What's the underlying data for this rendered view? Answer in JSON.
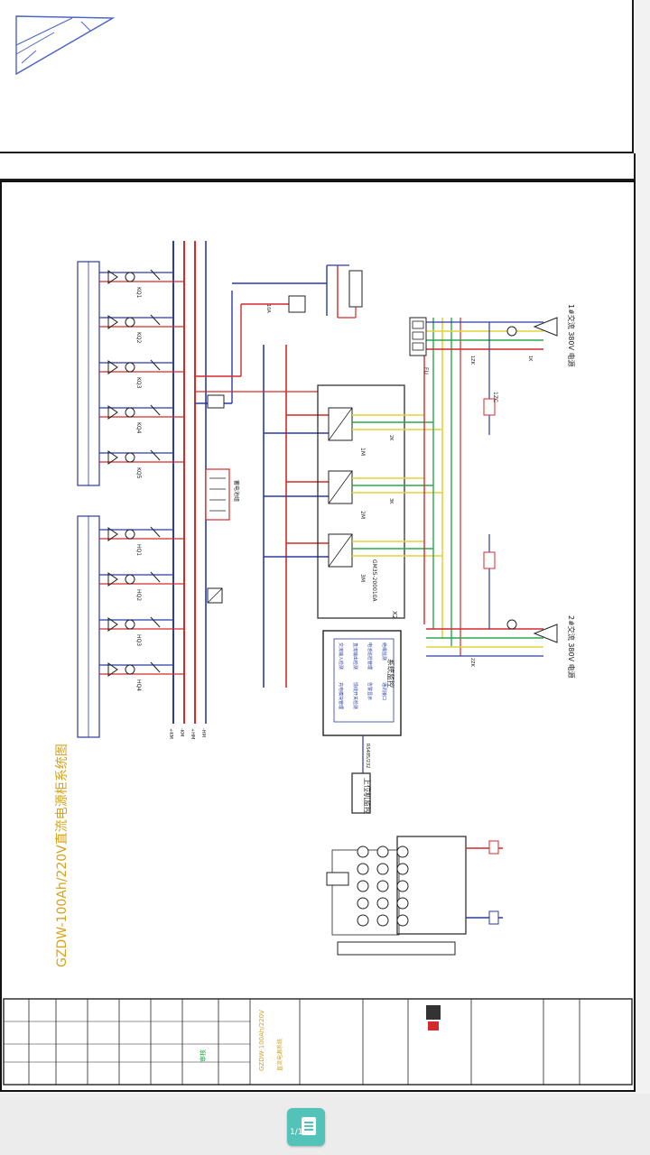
{
  "diagram": {
    "title": "GZDW-100Ah/220V直流电源柜系统图",
    "ac_input_1": "1#交流 380V 电源",
    "ac_input_2": "2#交流 380V 电源",
    "module_box_label": "X2",
    "module_breaker_label": "GM35-200010A",
    "battery_group_label": "蓄电池组",
    "monitor_box_title": "系统监控",
    "monitor_box_lines": [
      "交流输入检测",
      "直流输出检测",
      "电池巡检管理",
      "绝缘监测",
      "充电模块管理",
      "馈线开关检测",
      "告警显示",
      "通讯接口"
    ],
    "host_computer_label": "上位机监控",
    "rs485_label": "RS485/232",
    "bus_labels": [
      "+KM",
      "-KM",
      "+HM",
      "-HM"
    ],
    "feeder_labels_group1": [
      "KQ1",
      "KQ2",
      "KQ3",
      "KQ4",
      "KQ5"
    ],
    "feeder_labels_group2": [
      "HQ1",
      "HQ2",
      "HQ3",
      "HQ4"
    ],
    "rectifier_labels": [
      "1M",
      "2M",
      "3M"
    ],
    "breaker_labels": [
      "1ZK",
      "2ZK",
      "1K",
      "2K",
      "3K"
    ],
    "left_top_label": "10A",
    "fu_label": "FU",
    "cq_label": "1ZC"
  },
  "title_block": {
    "drawing_name": "GZDW-100Ah/220V",
    "company": "直流电源系统",
    "stamp_text": "审核"
  },
  "viewer": {
    "page_indicator": "1/1"
  },
  "colors": {
    "red": "#d42a2a",
    "blue": "#2b3aa6",
    "green": "#2aa84a",
    "yellow": "#e2d33a",
    "dark": "#222222",
    "title_gold": "#d6a21a",
    "accent": "#53c2b8"
  }
}
